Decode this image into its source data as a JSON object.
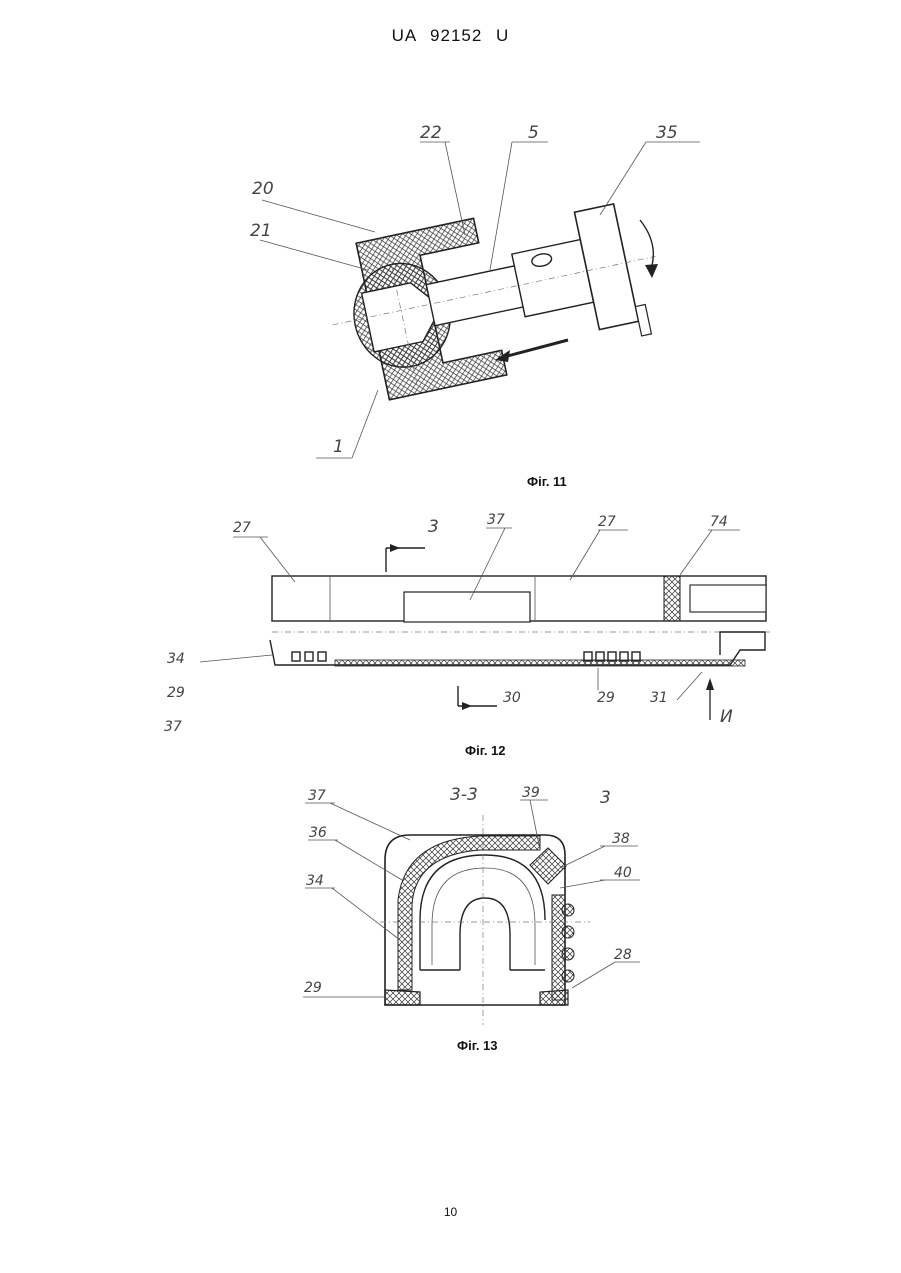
{
  "header": "UA 92152 U",
  "page_number": "10",
  "figures": [
    {
      "caption": "Фіг. 11",
      "labels": [
        "20",
        "21",
        "22",
        "5",
        "35",
        "1"
      ]
    },
    {
      "caption": "Фіг. 12",
      "labels": [
        "27",
        "3",
        "37",
        "27",
        "74",
        "34",
        "29",
        "37",
        "30",
        "29",
        "31",
        "И"
      ]
    },
    {
      "caption": "Фіг. 13",
      "labels": [
        "37",
        "3-3",
        "39",
        "3",
        "36",
        "38",
        "34",
        "40",
        "29",
        "28"
      ]
    }
  ]
}
